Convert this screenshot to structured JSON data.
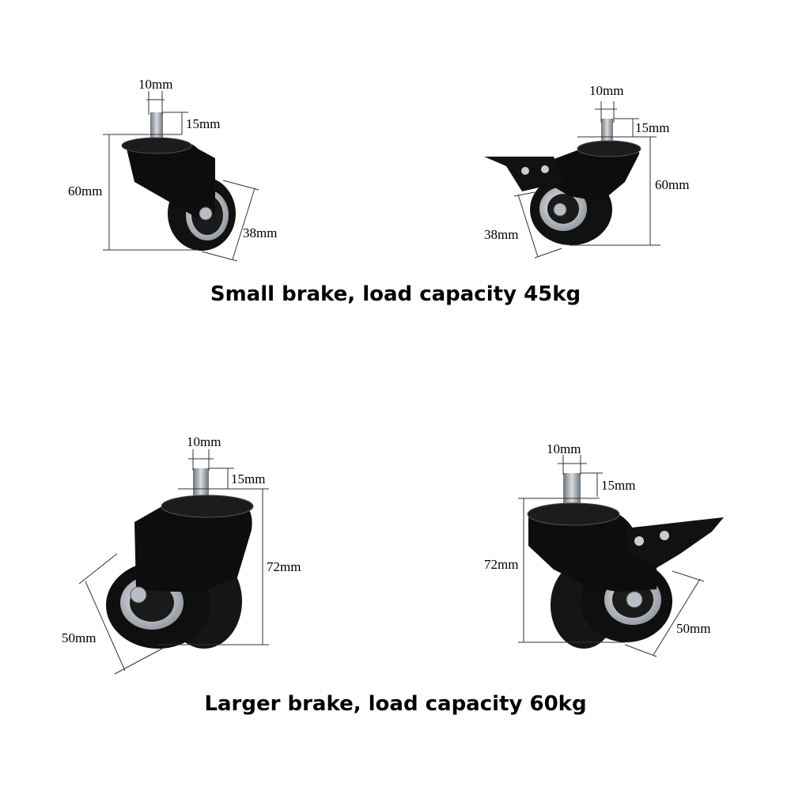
{
  "captions": {
    "small": "Small brake, load capacity 45kg",
    "large": "Larger brake, load capacity 60kg"
  },
  "casters": [
    {
      "variant": "small",
      "view": "side",
      "stem_diameter": "10mm",
      "stem_length": "15mm",
      "height": "60mm",
      "wheel_width": "38mm"
    },
    {
      "variant": "small",
      "view": "brake-side",
      "stem_diameter": "10mm",
      "stem_length": "15mm",
      "height": "60mm",
      "wheel_width": "38mm"
    },
    {
      "variant": "large",
      "view": "side",
      "stem_diameter": "10mm",
      "stem_length": "15mm",
      "height": "72mm",
      "wheel_width": "50mm"
    },
    {
      "variant": "large",
      "view": "brake-side",
      "stem_diameter": "10mm",
      "stem_length": "15mm",
      "height": "72mm",
      "wheel_width": "50mm"
    }
  ],
  "colors": {
    "caster_body": "#0d0d0d",
    "tire": "#111111",
    "hub": "#c9cdd3",
    "stem": "#9aa3ad",
    "background": "#ffffff"
  }
}
